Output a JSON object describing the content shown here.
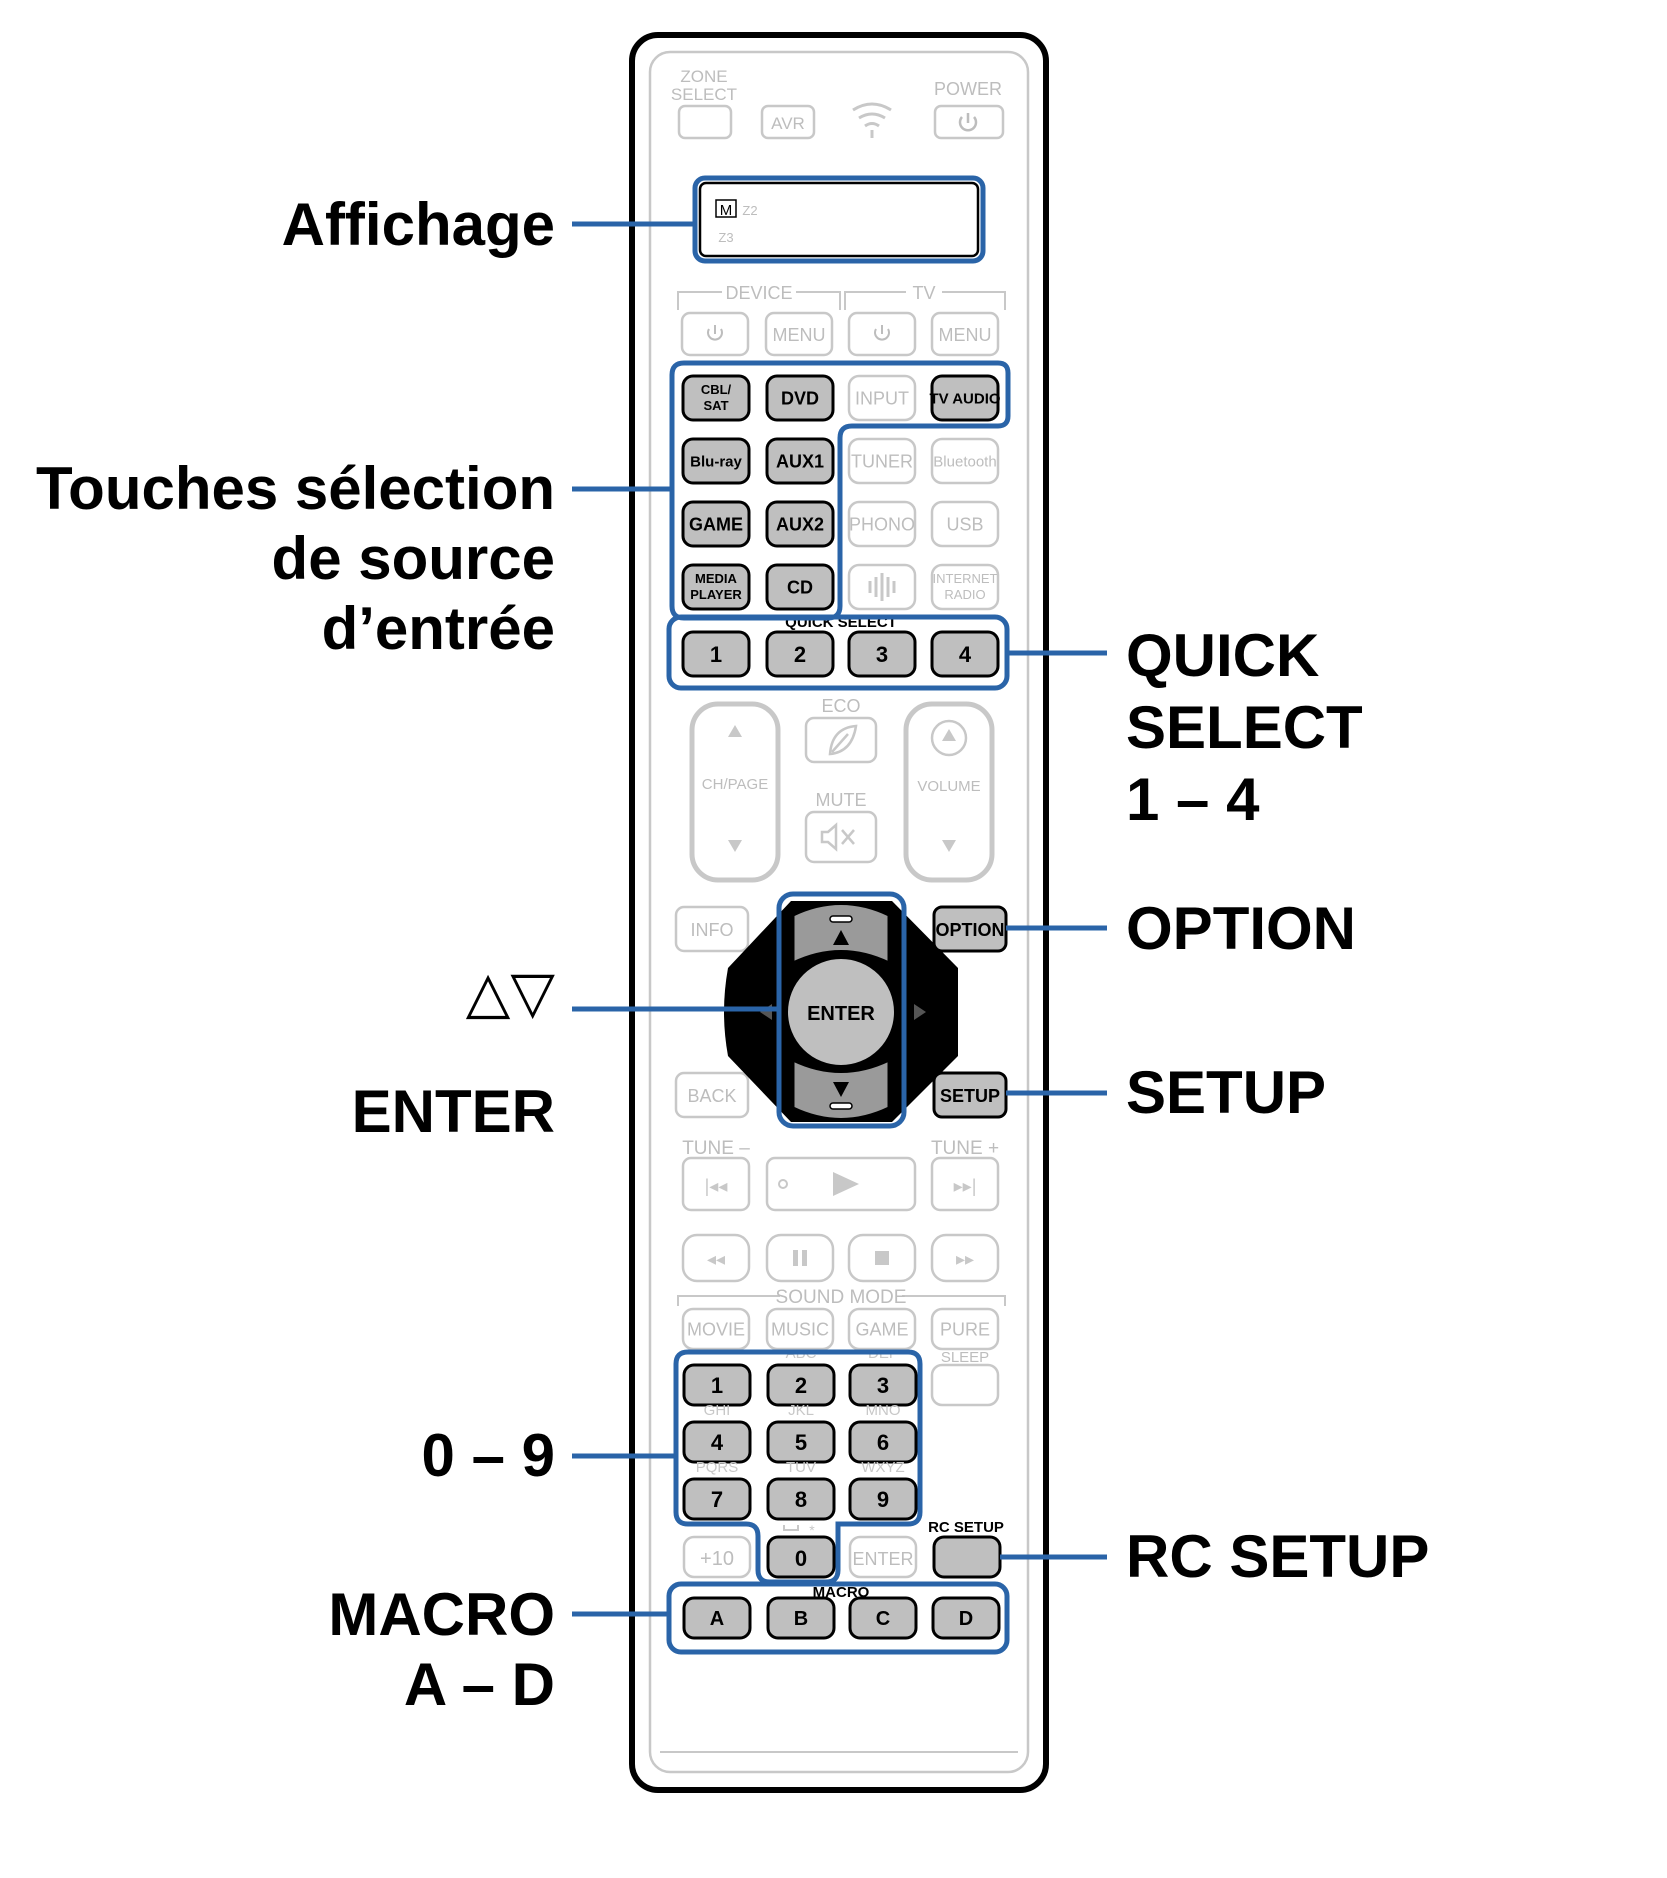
{
  "remote": {
    "zone_select": "ZONE SELECT",
    "avr": "AVR",
    "power": "POWER",
    "display_m": "M",
    "display_z2": "Z2",
    "display_z3": "Z3",
    "device": "DEVICE",
    "tv": "TV",
    "menu": "MENU",
    "sources": [
      [
        "CBL/ SAT",
        "DVD",
        "INPUT",
        "TV AUDIO"
      ],
      [
        "Blu-ray",
        "AUX1",
        "TUNER",
        "Bluetooth"
      ],
      [
        "GAME",
        "AUX2",
        "PHONO",
        "USB"
      ],
      [
        "MEDIA PLAYER",
        "CD",
        "",
        "INTERNET RADIO"
      ]
    ],
    "quick_select_label": "QUICK SELECT",
    "quick_select": [
      "1",
      "2",
      "3",
      "4"
    ],
    "eco": "ECO",
    "ch_page": "CH/PAGE",
    "mute": "MUTE",
    "volume": "VOLUME",
    "info": "INFO",
    "option": "OPTION",
    "enter": "ENTER",
    "back": "BACK",
    "setup": "SETUP",
    "tune_minus": "TUNE –",
    "tune_plus": "TUNE +",
    "sound_mode": "SOUND MODE",
    "sound_modes": [
      "MOVIE",
      "MUSIC",
      "GAME",
      "PURE"
    ],
    "sleep": "SLEEP",
    "numpad": [
      "1",
      "2",
      "3",
      "4",
      "5",
      "6",
      "7",
      "8",
      "9"
    ],
    "numpad_letters": [
      "ABC",
      "DEF",
      "GHI",
      "JKL",
      "MNO",
      "PQRS",
      "TUV",
      "WXYZ"
    ],
    "plus10": "+10",
    "zero": "0",
    "numpad_enter": "ENTER",
    "rc_setup": "RC SETUP",
    "macro_label": "MACRO",
    "macro": [
      "A",
      "B",
      "C",
      "D"
    ]
  },
  "labels": {
    "affichage": "Affichage",
    "sources_line1": "Touches sélection",
    "sources_line2": "de source",
    "sources_line3": "d’entrée",
    "quick_line1": "QUICK",
    "quick_line2": "SELECT",
    "quick_line3": "1 – 4",
    "option": "OPTION",
    "cursor_symbols": "△▽",
    "enter": "ENTER",
    "setup": "SETUP",
    "numbers": "0 – 9",
    "rc_setup": "RC SETUP",
    "macro_line1": "MACRO",
    "macro_line2": "A – D"
  },
  "colors": {
    "highlight": "#2a64a8",
    "key_fill": "#bfbfbf",
    "faint": "#c8c8c8"
  }
}
